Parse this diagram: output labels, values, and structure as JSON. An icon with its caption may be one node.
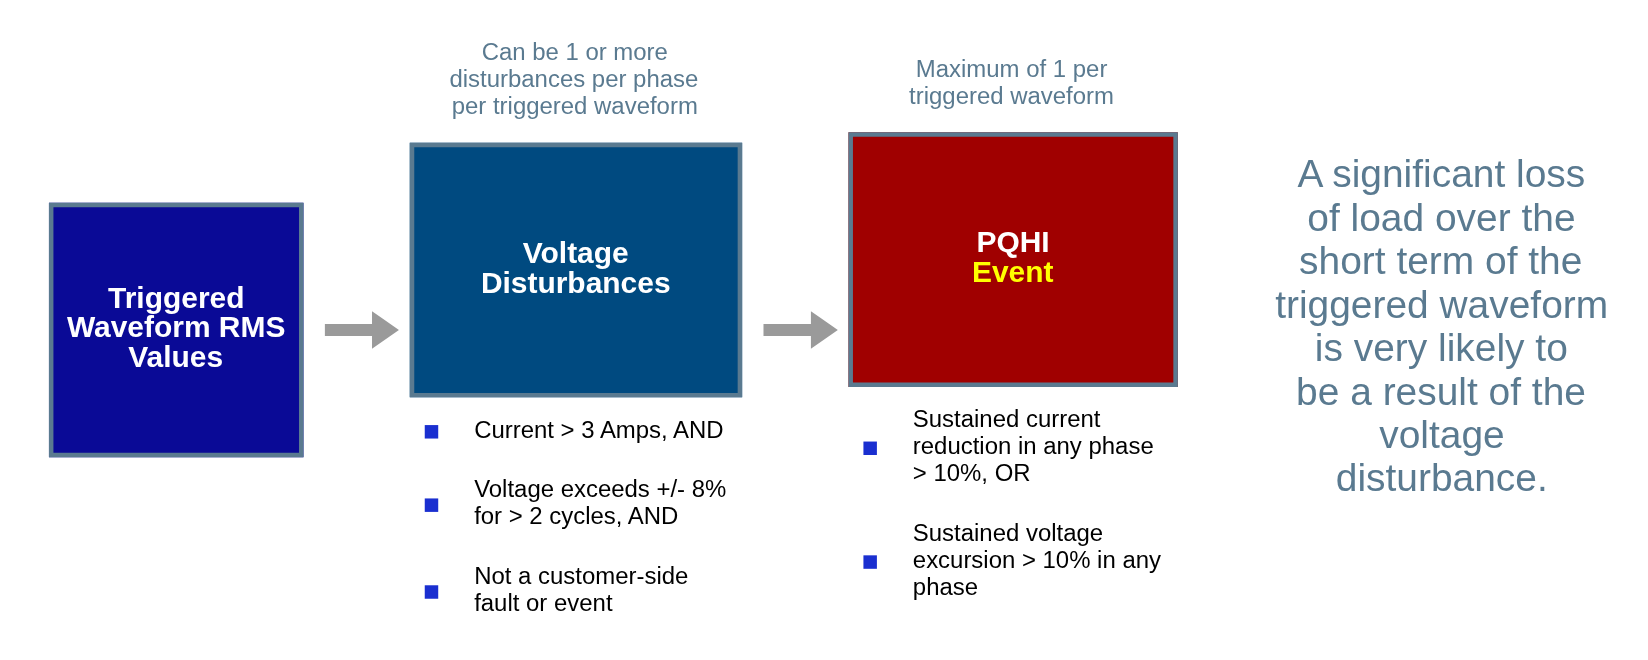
{
  "diagram": {
    "nodes": [
      {
        "text": [
          "Triggered Waveform RMS Values"
        ]
      },
      {
        "text": [
          "Voltage Disturbances"
        ],
        "beside": [
          "Can be 1 or more disturbances per phase per triggered waveform",
          "Current > 3 Amps, AND",
          "Voltage exceeds +/- 8% for > 2 cycles, AND",
          "Not a customer-side fault or event"
        ]
      },
      {
        "text": [
          "PQHI",
          "Event"
        ],
        "beside": [
          "Maximum of 1 per triggered waveform",
          "Sustained current reduction in any phase > 10%, OR",
          "Sustained voltage excursion > 10% in any phase"
        ]
      }
    ],
    "edges": [
      {
        "from": 0,
        "to": 1,
        "arrow": "to"
      },
      {
        "from": 1,
        "to": 2,
        "arrow": "to"
      }
    ],
    "labels": [
      "A significant loss of load over the short term of the triggered waveform is very likely to be a result of the voltage disturbance."
    ]
  }
}
